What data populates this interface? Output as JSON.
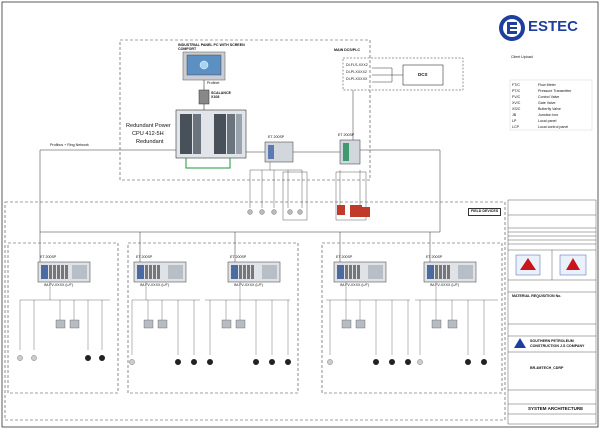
{
  "company": {
    "logo_text": "ESTEC",
    "brand_color": "#1f3f9f",
    "accent_red": "#c8151b"
  },
  "header": {
    "client_upload": "Client Upload"
  },
  "hmi": {
    "label": "INDUSTRIAL PANEL PC WITH SCREEN\nCOMFORT",
    "profinet": "Profinet",
    "scalance": "SCALANCE\nX108"
  },
  "cpu": {
    "label_line1": "Redundant Power",
    "label_line2": "CPU 412-5H",
    "label_line3": "Redundant"
  },
  "dcs": {
    "label": "DCS",
    "box_title": "MAIN DCS/PLC",
    "signals": [
      "DI-FLS-XXX2",
      "DI-PI-XXXX2",
      "DI-PI-XXXXX"
    ]
  },
  "network": {
    "profibus": "Profibus + Ring Network"
  },
  "legend": {
    "items": [
      {
        "code": "FT/C",
        "desc": "Flow Meter"
      },
      {
        "code": "PT/C",
        "desc": "Pressure Transmitter"
      },
      {
        "code": "FV/C",
        "desc": "Control Valve"
      },
      {
        "code": "XV/C",
        "desc": "Gate Valve"
      },
      {
        "code": "XS/C",
        "desc": "Butterfly Valve"
      },
      {
        "code": "JB",
        "desc": "Junction box"
      },
      {
        "code": "LP",
        "desc": "Local panel"
      },
      {
        "code": "LCP",
        "desc": "Local control panel"
      }
    ]
  },
  "field": {
    "title": "FIELD DEVICES"
  },
  "remote": {
    "label": "ET 200SP",
    "io_label": "IM-FV-XXXX (L/F)"
  },
  "right_panel": {
    "material_req": "MATERIAL REQUISITION No.",
    "company_name_line1": "SOUTHERN PETROLEUM",
    "company_name_line2": "CONSTRUCTION J.S COMPANY",
    "drawing_no": "BR-4MTECH_CDRP",
    "title": "SYSTEM ARCHITECTURE"
  }
}
